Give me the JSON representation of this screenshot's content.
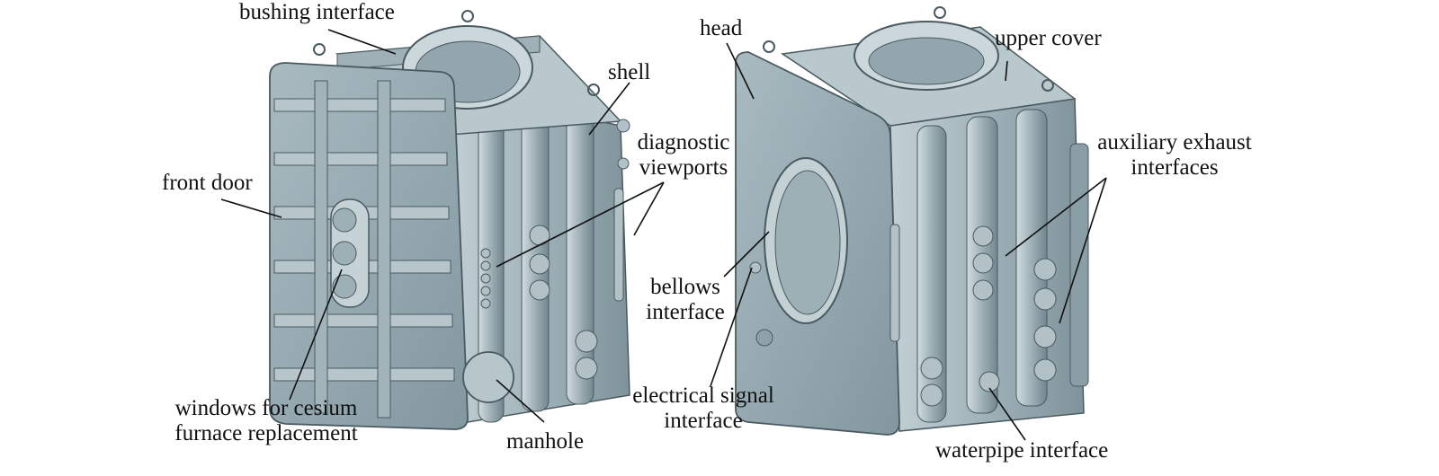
{
  "labels": {
    "bushing_interface": "bushing interface",
    "shell": "shell",
    "diagnostic_viewports_1": "diagnostic",
    "diagnostic_viewports_2": "viewports",
    "front_door": "front door",
    "windows_1": "windows for cesium",
    "windows_2": "furnace replacement",
    "manhole": "manhole",
    "head": "head",
    "upper_cover": "upper cover",
    "aux_exhaust_1": "auxiliary exhaust",
    "aux_exhaust_2": "interfaces",
    "bellows_1": "bellows",
    "bellows_2": "interface",
    "electrical_1": "electrical signal",
    "electrical_2": "interface",
    "waterpipe": "waterpipe interface"
  },
  "colors": {
    "body": "#8fa4ab",
    "body_light": "#b4c4ca",
    "body_dark": "#6c8088",
    "edge": "#4a5a60",
    "leader": "#111111"
  }
}
